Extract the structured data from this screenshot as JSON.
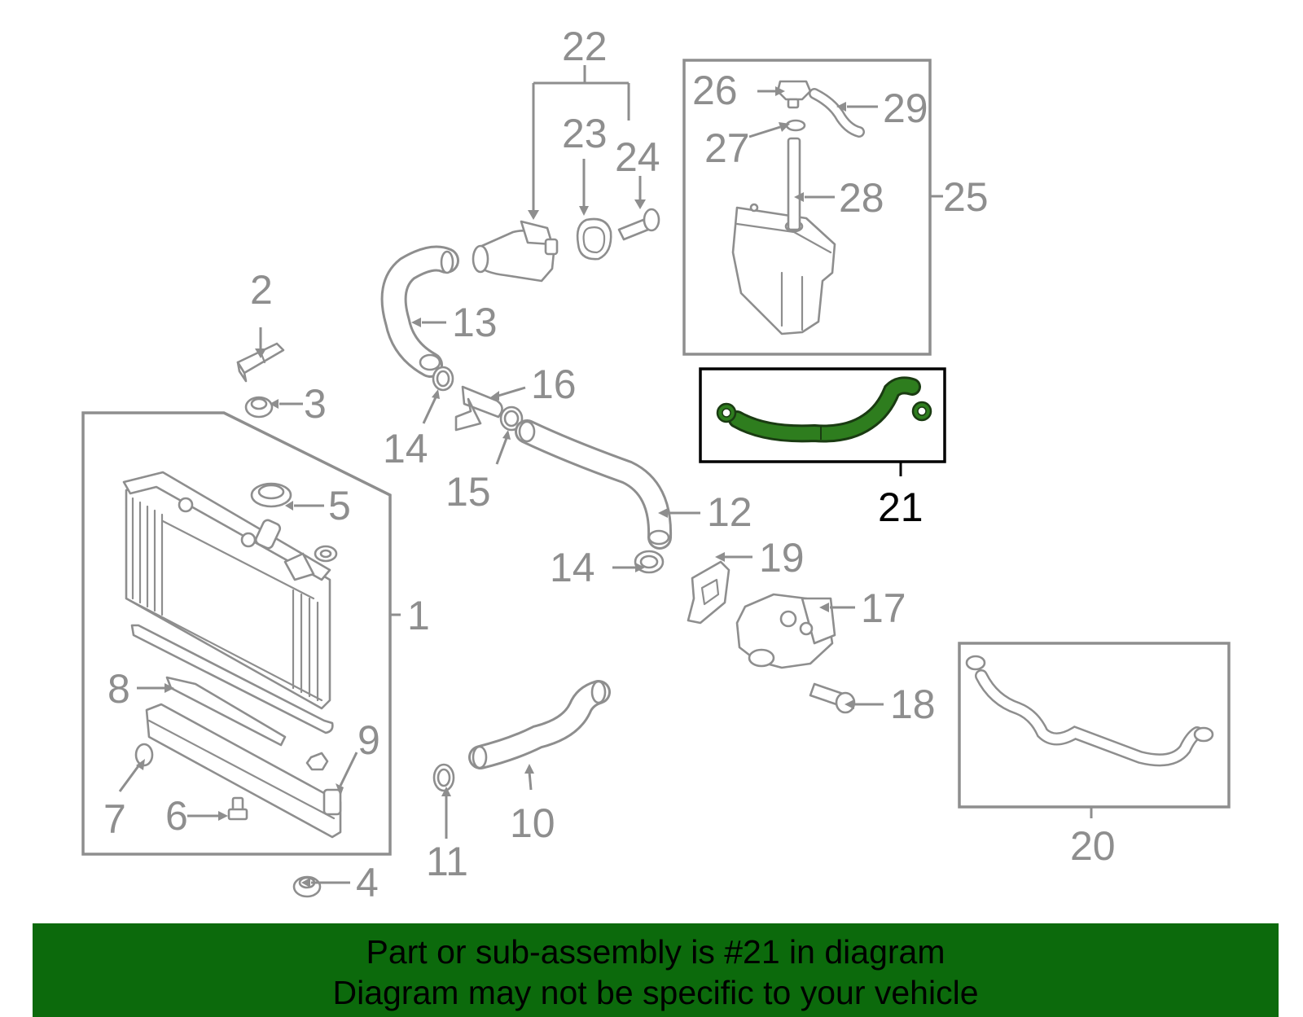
{
  "highlight_color": "#2e7d1e",
  "banner_color": "#0c6a0c",
  "highlighted_part": "21",
  "callouts": [
    "1",
    "2",
    "3",
    "4",
    "5",
    "6",
    "7",
    "8",
    "9",
    "10",
    "11",
    "12",
    "13",
    "14",
    "14",
    "15",
    "16",
    "17",
    "18",
    "19",
    "20",
    "21",
    "22",
    "23",
    "24",
    "25",
    "26",
    "27",
    "28",
    "29"
  ],
  "banner": {
    "line1": "Part or sub-assembly is #21 in diagram",
    "line2": "Diagram may not be specific to your vehicle"
  }
}
